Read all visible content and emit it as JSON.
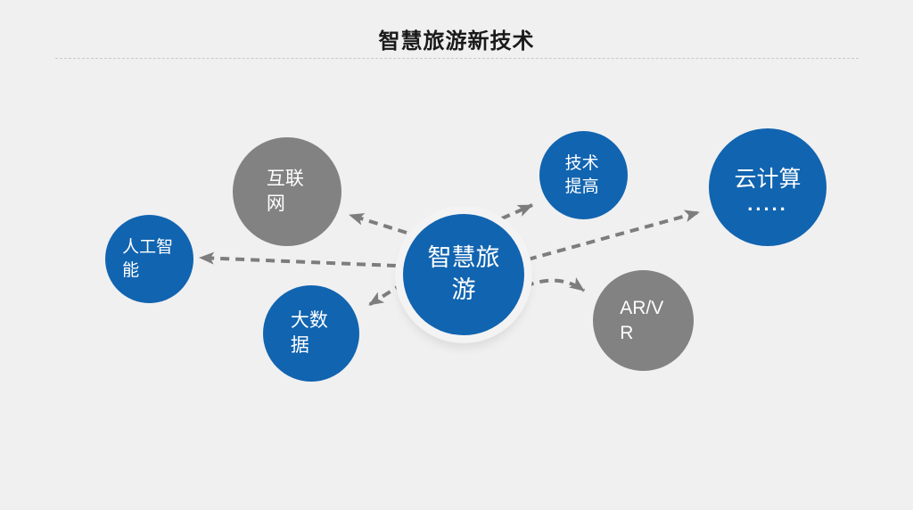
{
  "slide": {
    "title": "智慧旅游新技术",
    "colors": {
      "bg": "#f0f0f1",
      "title": "#1a1a1a",
      "divider": "#c9c9c9",
      "blue": "#1164b0",
      "gray": "#828282",
      "arrow": "#7d7d7d",
      "node_text": "#ffffff",
      "ring": "#f4f3f4"
    }
  },
  "diagram": {
    "center": {
      "label": "智慧旅游"
    },
    "nodes": [
      {
        "id": "internet",
        "label": "互联网"
      },
      {
        "id": "ai",
        "label": "人工智能"
      },
      {
        "id": "bigdata",
        "label": "大数据"
      },
      {
        "id": "tech-improve",
        "label": "技术提高"
      },
      {
        "id": "cloud",
        "label": "云计算",
        "dots": "....."
      },
      {
        "id": "arvr",
        "label": "AR/VR"
      }
    ]
  }
}
